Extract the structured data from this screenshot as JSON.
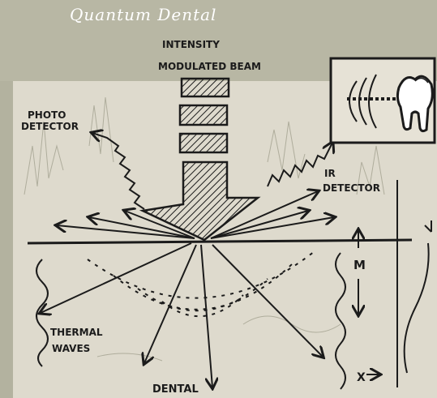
{
  "header": {
    "brand": "Quantum Dental"
  },
  "diagram": {
    "beam_label": [
      "INTENSITY",
      "MODULATED BEAM"
    ],
    "photo_label": [
      "PHOTO",
      "DETECTOR"
    ],
    "ir_label": [
      "IR",
      "DETECTOR"
    ],
    "thermal_label": [
      "THERMAL",
      "WAVES"
    ],
    "dental_label": "DENTAL",
    "axis_m": "M",
    "axis_x": "X"
  },
  "colors": {
    "background": "#b3b29f",
    "panel": "#dedacd",
    "ink": "#1b1b1b",
    "brand_text": "#ffffff"
  }
}
